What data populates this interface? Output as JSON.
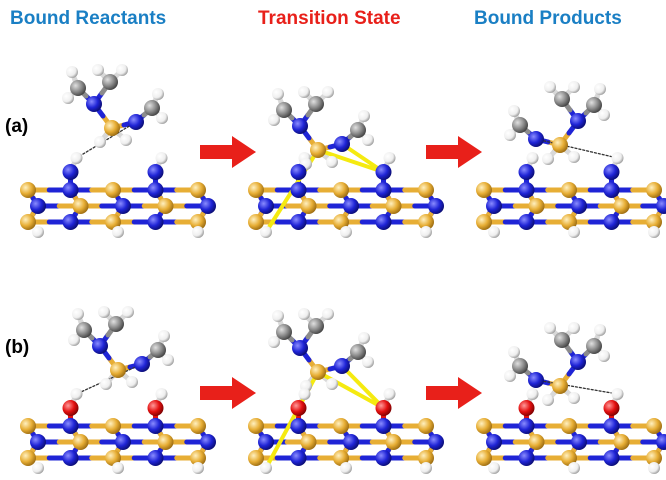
{
  "headers": {
    "reactants": "Bound Reactants",
    "transition": "Transition State",
    "products": "Bound Products"
  },
  "row_labels": {
    "a": "(a)",
    "b": "(b)"
  },
  "colors": {
    "header_blue": "#1a7fc4",
    "header_red": "#e8201a",
    "arrow": "#e8201a",
    "nitrogen": "#1f24d6",
    "silicon": "#e7ae35",
    "hydrogen": "#f4f4f4",
    "carbon": "#8c8c8c",
    "oxygen": "#e41010",
    "bond_highlight": "#f5ea10"
  }
}
